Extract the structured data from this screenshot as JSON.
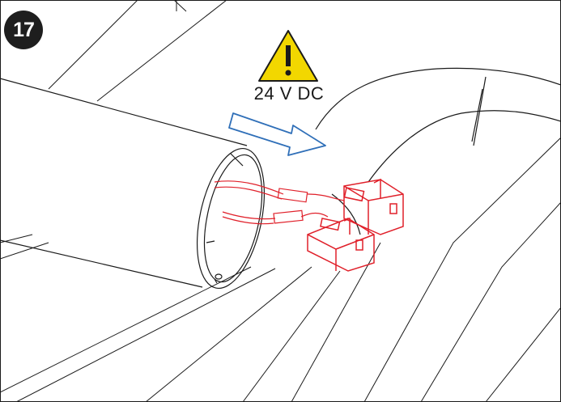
{
  "step": {
    "number": "17"
  },
  "warning": {
    "icon": "warning-triangle-icon",
    "symbol": "!",
    "voltage": "24 V DC",
    "color": "#f2d700"
  },
  "arrow": {
    "icon": "direction-arrow-icon",
    "color": "#2f6fb8"
  },
  "connectors": {
    "color": "#e0202a",
    "count": 2
  },
  "colors": {
    "line": "#1a1a1a",
    "badge": "#1e1e1e"
  }
}
